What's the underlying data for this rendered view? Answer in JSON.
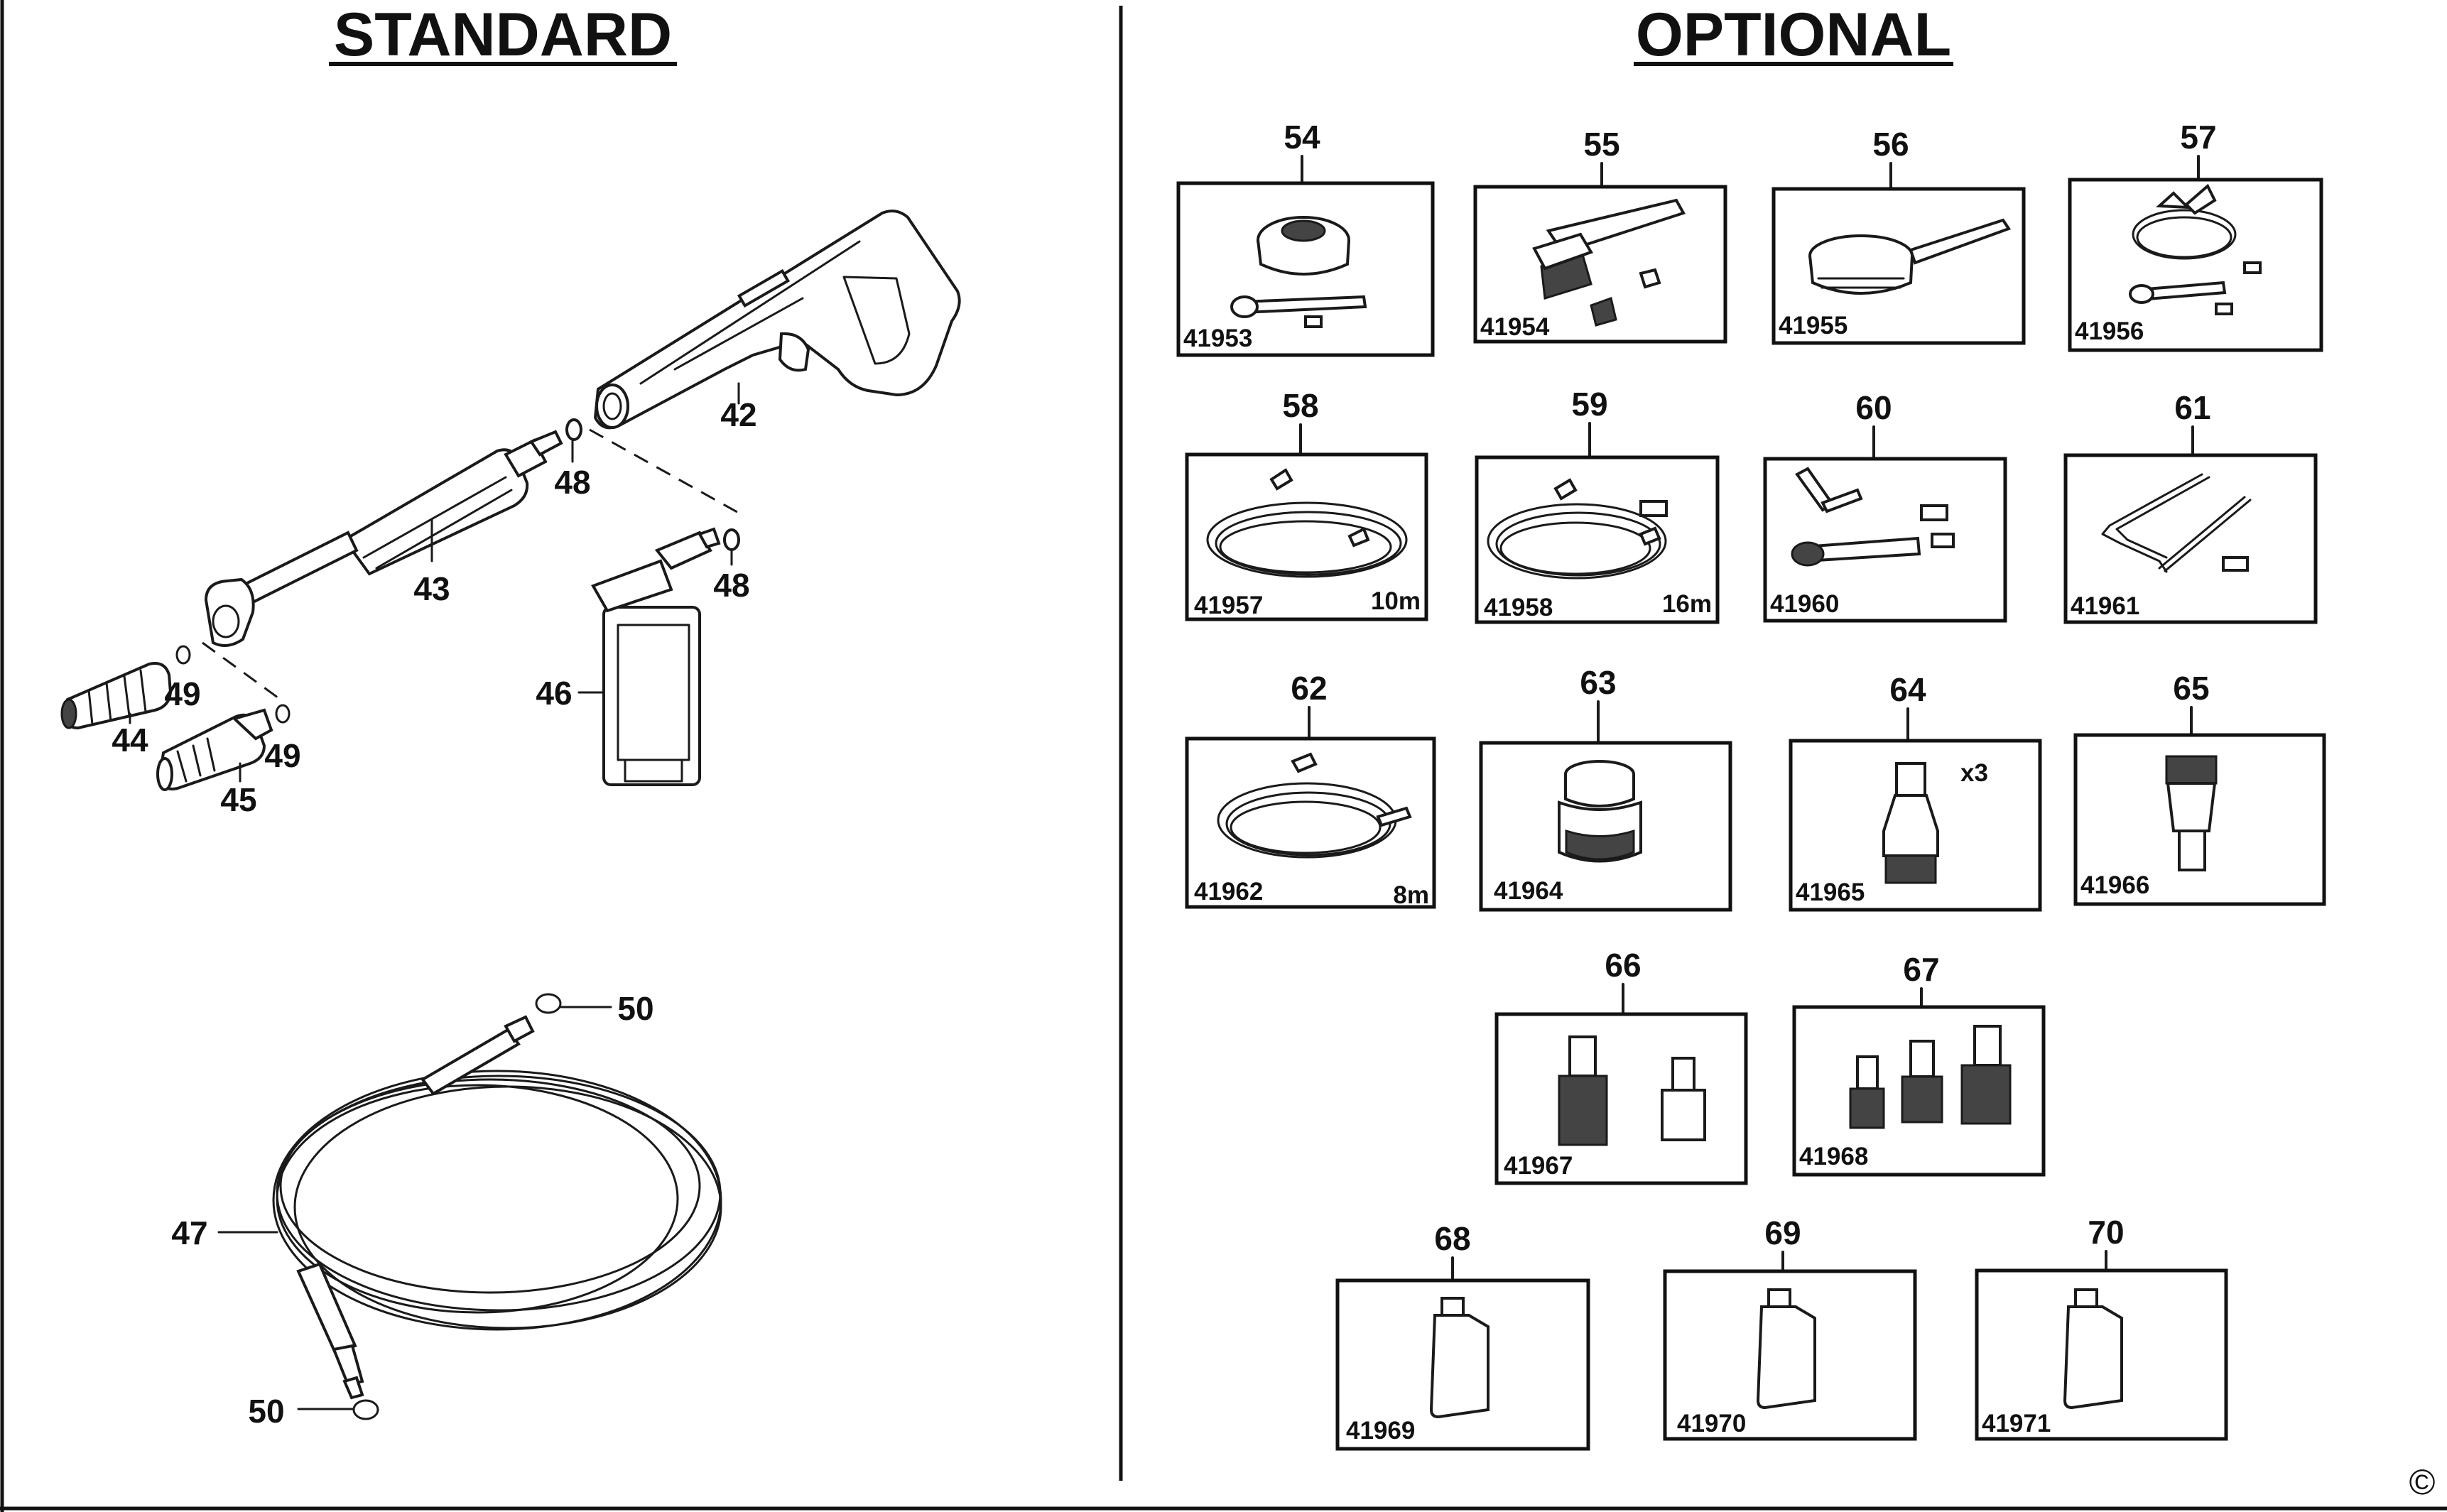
{
  "headers": {
    "standard": "STANDARD",
    "optional": "OPTIONAL"
  },
  "standard_parts": {
    "p42": "42",
    "p43": "43",
    "p44": "44",
    "p45": "45",
    "p46": "46",
    "p47": "47",
    "p48a": "48",
    "p48b": "48",
    "p49a": "49",
    "p49b": "49",
    "p50a": "50",
    "p50b": "50"
  },
  "optional_parts": [
    {
      "num": "54",
      "code": "41953",
      "note": ""
    },
    {
      "num": "55",
      "code": "41954",
      "note": ""
    },
    {
      "num": "56",
      "code": "41955",
      "note": ""
    },
    {
      "num": "57",
      "code": "41956",
      "note": ""
    },
    {
      "num": "58",
      "code": "41957",
      "note": "10m"
    },
    {
      "num": "59",
      "code": "41958",
      "note": "16m"
    },
    {
      "num": "60",
      "code": "41960",
      "note": ""
    },
    {
      "num": "61",
      "code": "41961",
      "note": ""
    },
    {
      "num": "62",
      "code": "41962",
      "note": "8m"
    },
    {
      "num": "63",
      "code": "41964",
      "note": ""
    },
    {
      "num": "64",
      "code": "41965",
      "note": "x3"
    },
    {
      "num": "65",
      "code": "41966",
      "note": ""
    },
    {
      "num": "66",
      "code": "41967",
      "note": ""
    },
    {
      "num": "67",
      "code": "41968",
      "note": ""
    },
    {
      "num": "68",
      "code": "41969",
      "note": ""
    },
    {
      "num": "69",
      "code": "41970",
      "note": ""
    },
    {
      "num": "70",
      "code": "41971",
      "note": ""
    }
  ],
  "copyright": "©"
}
